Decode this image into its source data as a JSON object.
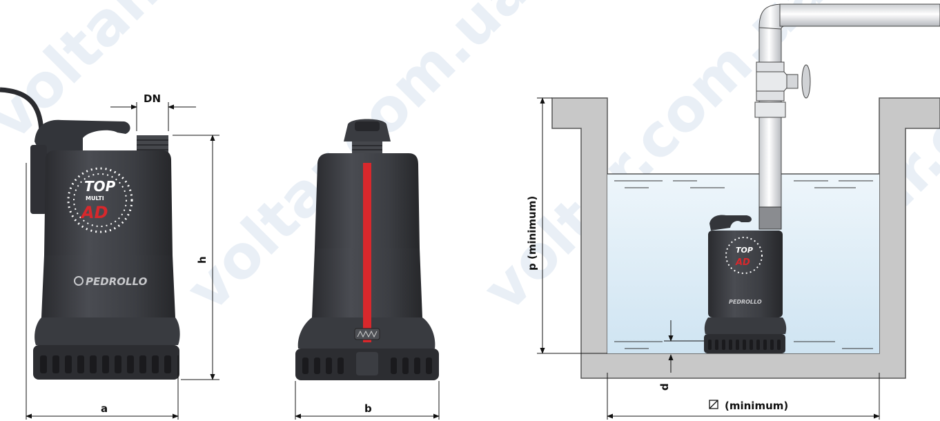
{
  "watermark": "voltar.com.ua",
  "brand": {
    "top": "TOP",
    "multi": "MULTI",
    "series": "AD",
    "maker": "PEDROLLO"
  },
  "dimensions": {
    "a": "a",
    "b": "b",
    "dn": "DN",
    "h": "h",
    "p": "p  (minimum)",
    "d": "d",
    "width_min": "(minimum)"
  },
  "colors": {
    "pump_body": "#3e4045",
    "pump_dark": "#2b2c30",
    "accent_red": "#d8282c",
    "water": "#dcecf6",
    "wall": "#c8c8c8"
  }
}
